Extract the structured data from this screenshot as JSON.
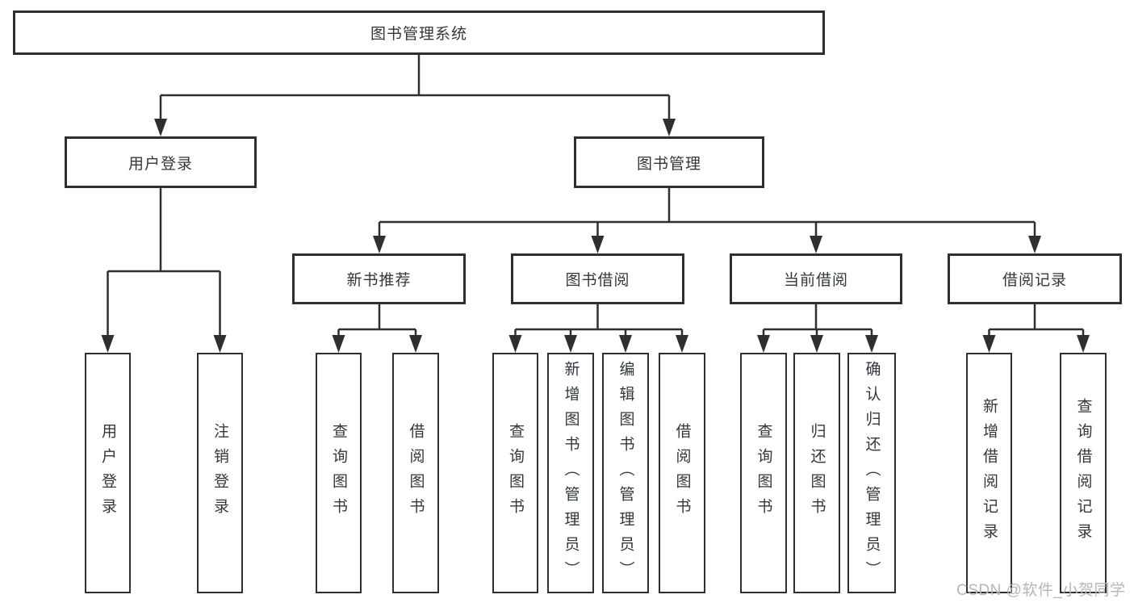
{
  "colors": {
    "background": "#ffffff",
    "box_border": "#2f2f2f",
    "connector": "#2f2f2f",
    "text": "#33373b",
    "watermark_text": "#b3b6ba"
  },
  "watermark": {
    "text": "CSDN @软件_小贺同学"
  },
  "tree": {
    "root": {
      "label": "图书管理系统",
      "children": [
        {
          "label": "用户登录",
          "children": [
            {
              "label": "用户登录"
            },
            {
              "label": "注销登录"
            }
          ]
        },
        {
          "label": "图书管理",
          "children": [
            {
              "label": "新书推荐",
              "children": [
                {
                  "label": "查询图书"
                },
                {
                  "label": "借阅图书"
                }
              ]
            },
            {
              "label": "图书借阅",
              "children": [
                {
                  "label": "查询图书"
                },
                {
                  "label": "新增图书（管理员）"
                },
                {
                  "label": "编辑图书（管理员）"
                },
                {
                  "label": "借阅图书"
                }
              ]
            },
            {
              "label": "当前借阅",
              "children": [
                {
                  "label": "查询图书"
                },
                {
                  "label": "归还图书"
                },
                {
                  "label": "确认归还（管理员）"
                }
              ]
            },
            {
              "label": "借阅记录",
              "children": [
                {
                  "label": "新增借阅记录"
                },
                {
                  "label": "查询借阅记录"
                }
              ]
            }
          ]
        }
      ]
    }
  }
}
